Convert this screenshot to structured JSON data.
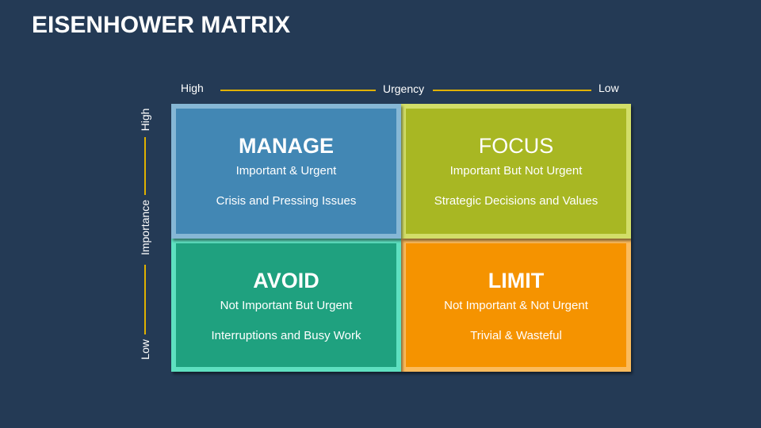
{
  "title": "EISENHOWER MATRIX",
  "axes": {
    "urgency": {
      "label": "Urgency",
      "high": "High",
      "low": "Low"
    },
    "importance": {
      "label": "Importance",
      "high": "High",
      "low": "Low"
    },
    "line_color": "#e0b100"
  },
  "quadrants": [
    {
      "title": "MANAGE",
      "subtitle": "Important & Urgent",
      "description": "Crisis and Pressing Issues",
      "fill": "#4287b4",
      "border": "#86b7d5"
    },
    {
      "title": "FOCUS",
      "subtitle": "Important But Not Urgent",
      "description": "Strategic Decisions and Values",
      "fill": "#a8b723",
      "border": "#d2de68"
    },
    {
      "title": "AVOID",
      "subtitle": "Not Important But Urgent",
      "description": "Interruptions and Busy Work",
      "fill": "#1fa17f",
      "border": "#5ee0c0"
    },
    {
      "title": "LIMIT",
      "subtitle": "Not Important & Not Urgent",
      "description": "Trivial & Wasteful",
      "fill": "#f59300",
      "border": "#fbbb5c"
    }
  ]
}
